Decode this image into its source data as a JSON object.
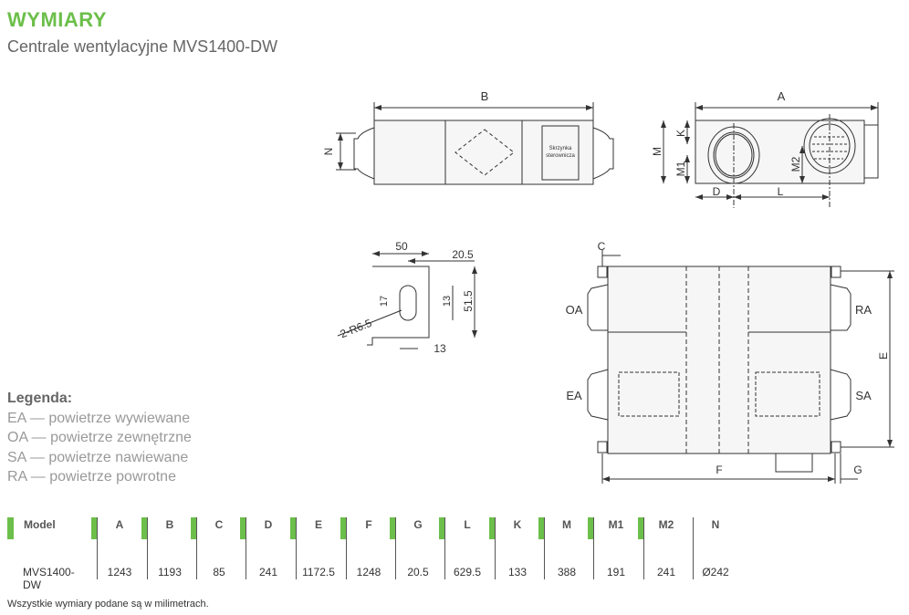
{
  "header": {
    "title": "WYMIARY",
    "subtitle": "Centrale wentylacyjne MVS1400-DW"
  },
  "legend": {
    "heading": "Legenda:",
    "items": [
      "EA — powietrze wywiewane",
      "OA — powietrze zewnętrzne",
      "SA — powietrze nawiewane",
      "RA — powietrze powrotne"
    ]
  },
  "drawing": {
    "top_view": {
      "dim_b": "B",
      "dim_n": "N",
      "control_box": [
        "Skrzynka",
        "sterownicza"
      ]
    },
    "side_view": {
      "dim_a": "A",
      "dim_m": "M",
      "dim_k": "K",
      "dim_m1": "M1",
      "dim_m2": "M2",
      "dim_d": "D",
      "dim_l": "L"
    },
    "bracket": {
      "d50": "50",
      "d205": "20.5",
      "d515": "51.5",
      "d13a": "13",
      "d17": "17",
      "d13b": "13",
      "r": "2-R6.5"
    },
    "plan_view": {
      "c": "C",
      "oa": "OA",
      "ea": "EA",
      "ra": "RA",
      "sa": "SA",
      "e": "E",
      "f": "F",
      "g": "G"
    }
  },
  "table": {
    "headers": [
      "Model",
      "A",
      "B",
      "C",
      "D",
      "E",
      "F",
      "G",
      "L",
      "K",
      "M",
      "M1",
      "M2",
      "N"
    ],
    "rows": [
      [
        "MVS1400-DW",
        "1243",
        "1193",
        "85",
        "241",
        "1172.5",
        "1248",
        "20.5",
        "629.5",
        "133",
        "388",
        "191",
        "241",
        "Ø242"
      ]
    ]
  },
  "footnote": "Wszystkie wymiary podane są w milimetrach."
}
